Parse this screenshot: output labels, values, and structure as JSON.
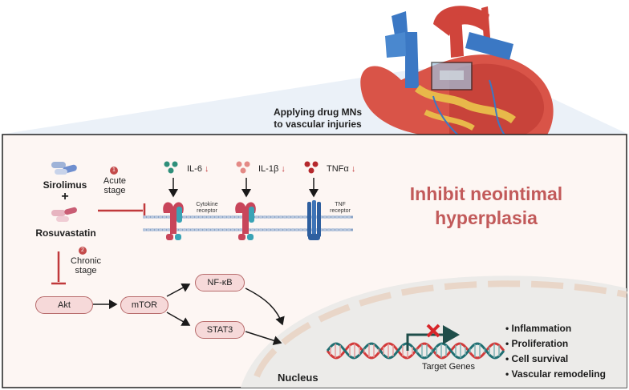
{
  "header": {
    "caption_line1": "Applying drug MNs",
    "caption_line2": "to vascular injuries"
  },
  "drugs": {
    "drug1": "Sirolimus",
    "plus": "+",
    "drug2": "Rosuvastatin"
  },
  "stages": {
    "acute": {
      "number": "1",
      "line1": "Acute",
      "line2": "stage"
    },
    "chronic": {
      "number": "2",
      "line1": "Chronic",
      "line2": "stage"
    }
  },
  "cytokines": [
    {
      "label": "IL-6",
      "arrow": "↓",
      "color": "#2e8f7a"
    },
    {
      "label": "IL-1β",
      "arrow": "↓",
      "color": "#e48a86"
    },
    {
      "label": "TNFα",
      "arrow": "↓",
      "color": "#b5282c"
    }
  ],
  "receptors": {
    "cytokine_line1": "Cytokine",
    "cytokine_line2": "receptor",
    "tnf_line1": "TNF",
    "tnf_line2": "receptor"
  },
  "headline": {
    "line1": "Inhibit neointimal",
    "line2": "hyperplasia"
  },
  "pathway": {
    "akt": "Akt",
    "mtor": "mTOR",
    "nfkb": "NF-κB",
    "stat3": "STAT3"
  },
  "nucleus": {
    "label": "Nucleus",
    "genes_label": "Target Genes"
  },
  "outcomes": [
    "Inflammation",
    "Proliferation",
    "Cell survival",
    "Vascular remodeling"
  ],
  "colors": {
    "accent": "#c25a5a",
    "inhibit": "#c0393b",
    "panel_bg": "#fdf6f3",
    "nucleus_bg": "#ecebe9"
  }
}
